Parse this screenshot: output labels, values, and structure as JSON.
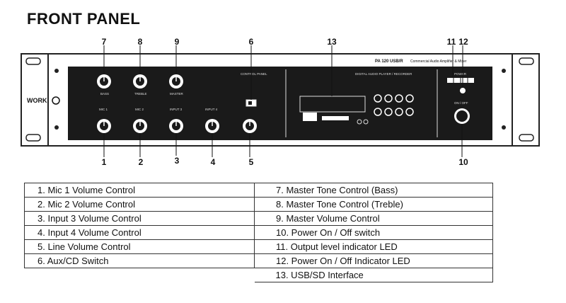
{
  "title": "FRONT PANEL",
  "panel": {
    "brand": "WORK",
    "model": "PA 120 USB/R",
    "model_desc": "Commercial Audio Amplifier & Mixer",
    "control_panel_label": "CONTROL PANEL",
    "player_label": "DIGITAL AUDIO PLAYER / RECORDER",
    "power_label": "POWER",
    "on_off_label": "ON / OFF",
    "knob_labels_top": [
      "BASS",
      "TREBLE",
      "MASTER"
    ],
    "knob_labels_bottom": [
      "MIC 1",
      "MIC 2",
      "INPUT 3",
      "INPUT 4"
    ]
  },
  "callouts": {
    "top": [
      "7",
      "8",
      "9",
      "6",
      "13",
      "11",
      "12"
    ],
    "bottom": [
      "1",
      "2",
      "3",
      "4",
      "5",
      "10"
    ]
  },
  "legend": {
    "left": [
      "1.  Mic 1 Volume Control",
      "2.  Mic 2 Volume Control",
      "3.  Input 3 Volume Control",
      "4.  Input 4 Volume Control",
      "5.  Line Volume Control",
      "6.  Aux/CD Switch"
    ],
    "right": [
      "7.  Master Tone Control (Bass)",
      "8.  Master Tone Control (Treble)",
      "9.  Master Volume Control",
      "10.  Power On / Off switch",
      "11.  Output level indicator LED",
      "12.  Power On / Off Indicator LED",
      "13.  USB/SD Interface"
    ]
  }
}
